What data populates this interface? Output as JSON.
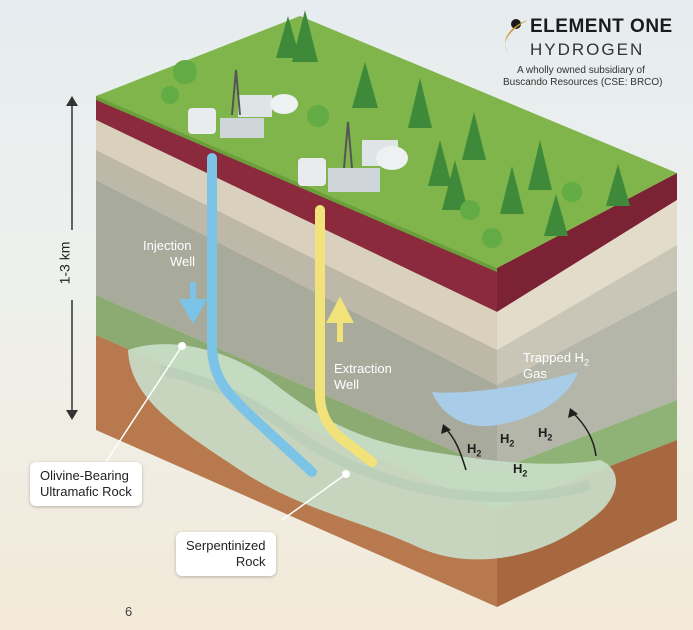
{
  "logo": {
    "line1": "ELEMENT ONE",
    "line2": "HYDROGEN",
    "tagline_1": "A wholly owned subsidiary of",
    "tagline_2": "Buscando Resources (CSE: BRCO)",
    "accent_color": "#c79a2e"
  },
  "depth_label": "1-3 km",
  "wells": {
    "injection_line1": "Injection",
    "injection_line2": "Well",
    "extraction_line1": "Extraction",
    "extraction_line2": "Well",
    "injection_color": "#7cc3e8",
    "extraction_color": "#f2e27a"
  },
  "trapped": {
    "line1": "Trapped H",
    "line1_sub": "2",
    "line2": "Gas"
  },
  "h2_labels": [
    {
      "text": "H",
      "sub": "2"
    },
    {
      "text": "H",
      "sub": "2"
    },
    {
      "text": "H",
      "sub": "2"
    },
    {
      "text": "H",
      "sub": "2"
    }
  ],
  "callouts": {
    "olivine_line1": "Olivine-Bearing",
    "olivine_line2": "Ultramafic Rock",
    "serpentinized_line1": "Serpentinized",
    "serpentinized_line2": "Rock"
  },
  "page_number": "6"
}
